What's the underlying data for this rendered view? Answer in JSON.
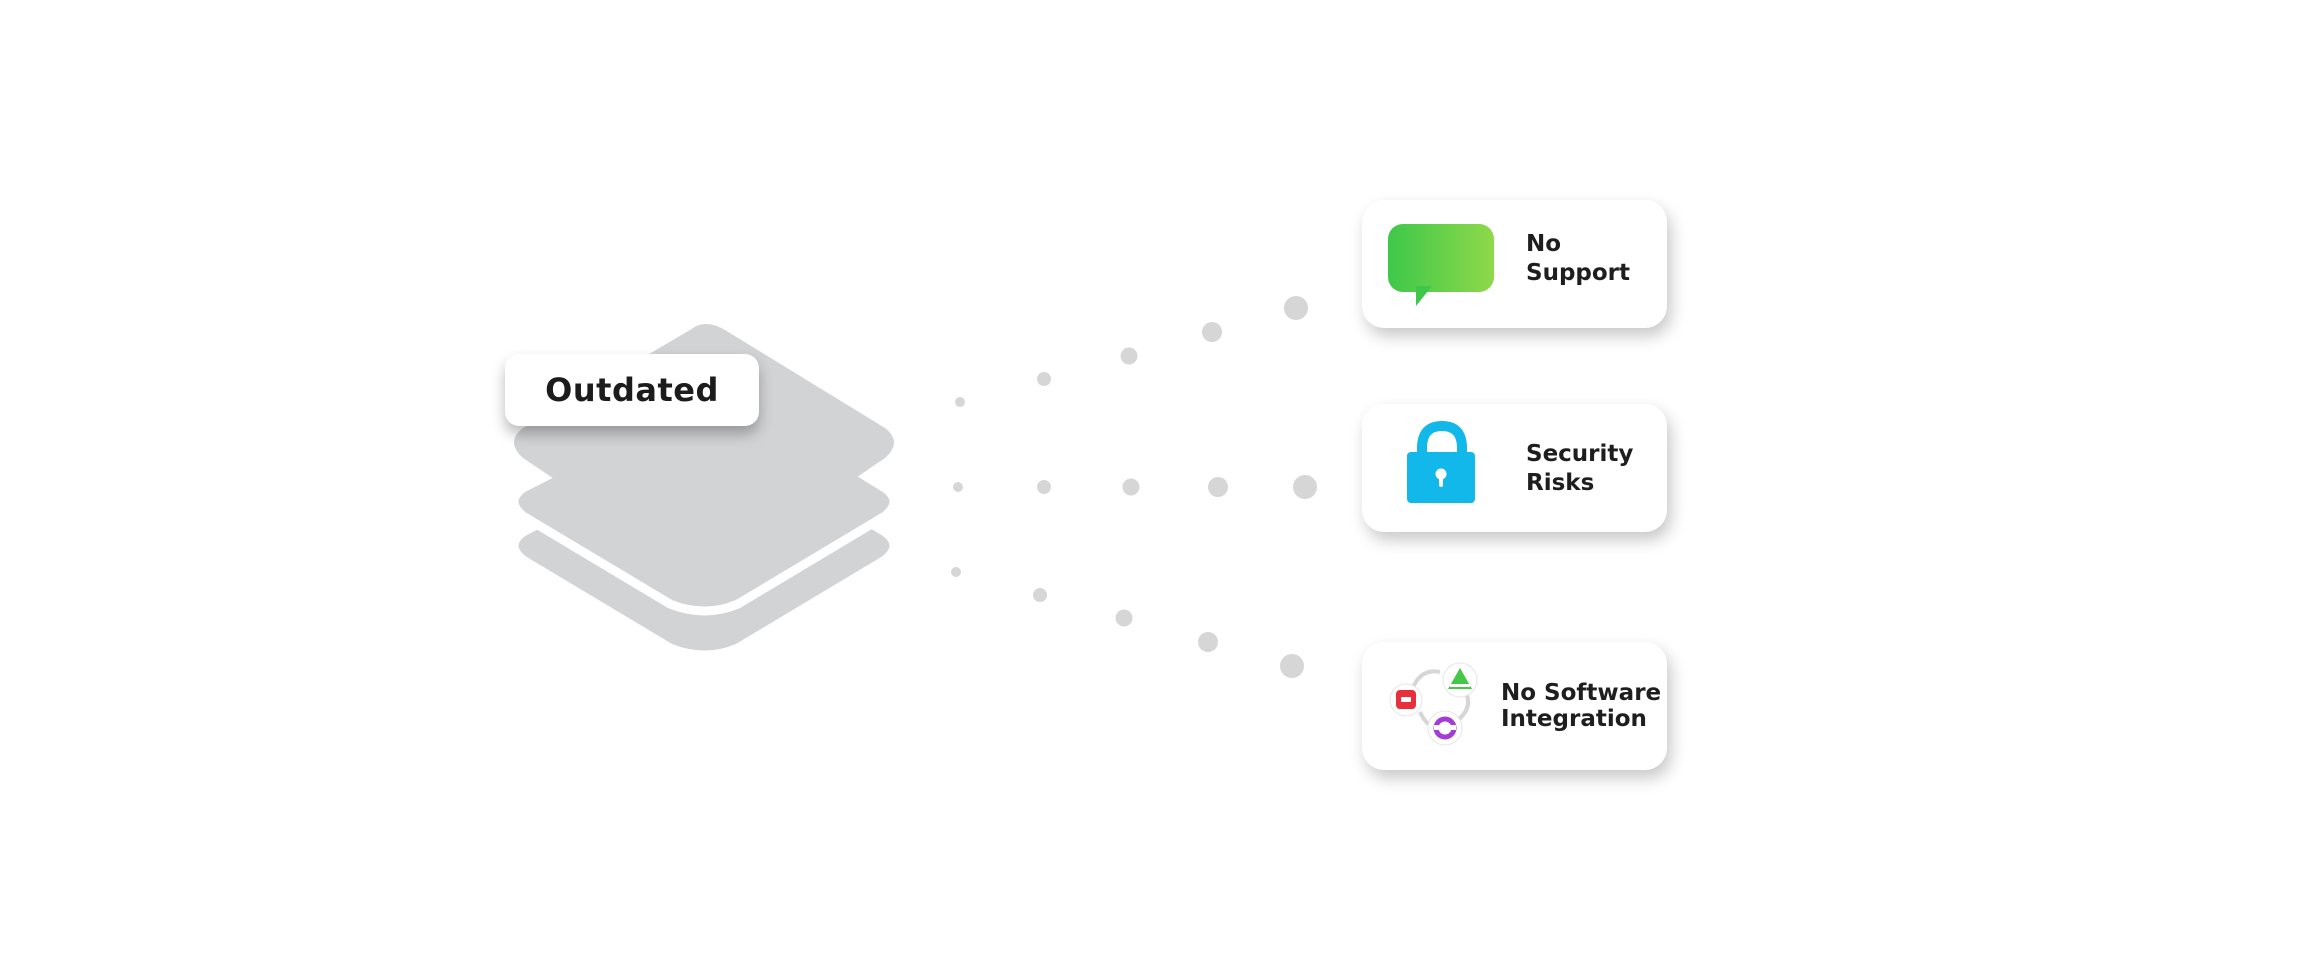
{
  "center": {
    "label": "Outdated",
    "icon": "stacked-layers-icon",
    "stack_color": "#d2d3d5"
  },
  "connector": {
    "dot_color": "#d6d6d6"
  },
  "cards": [
    {
      "id": "no-support",
      "line1": "No",
      "line2": "Support",
      "icon": "speech-bubble-icon",
      "icon_color_start": "#3ec84a",
      "icon_color_end": "#8fd84a"
    },
    {
      "id": "security-risks",
      "line1": "Security",
      "line2": "Risks",
      "icon": "padlock-icon",
      "icon_color": "#13b8ea"
    },
    {
      "id": "no-software-integration",
      "line1": "No Software",
      "line2": "Integration",
      "icon": "integration-apps-icon",
      "icon_colors": [
        "#e8303c",
        "#45c84a",
        "#a43cd8"
      ]
    }
  ]
}
